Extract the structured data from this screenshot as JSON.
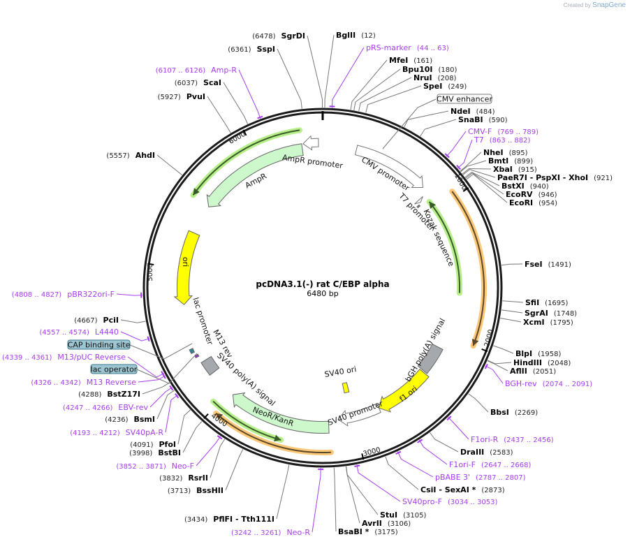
{
  "watermark": {
    "prefix": "Created by",
    "brand": "SnapGene"
  },
  "plasmid": {
    "name": "pcDNA3.1(-) rat C/EBP alpha",
    "length_label": "6480 bp",
    "total_bp": 6480
  },
  "ticks": [
    {
      "bp": 1000,
      "label": "1000"
    },
    {
      "bp": 2000,
      "label": "2000"
    },
    {
      "bp": 3000,
      "label": "3000"
    },
    {
      "bp": 4000,
      "label": "4000"
    },
    {
      "bp": 5000,
      "label": "5000"
    },
    {
      "bp": 6000,
      "label": "6000"
    }
  ],
  "enzymes": [
    {
      "name": "BglII",
      "pos": 12
    },
    {
      "name": "MfeI",
      "pos": 161
    },
    {
      "name": "Bpu10I",
      "pos": 180
    },
    {
      "name": "NruI",
      "pos": 208
    },
    {
      "name": "SpeI",
      "pos": 249
    },
    {
      "name": "NdeI",
      "pos": 484
    },
    {
      "name": "SnaBI",
      "pos": 590
    },
    {
      "name": "NheI",
      "pos": 895
    },
    {
      "name": "BmtI",
      "pos": 899
    },
    {
      "name": "XbaI",
      "pos": 915
    },
    {
      "name": "PaeR7I  - PspXI  - XhoI",
      "pos": 921
    },
    {
      "name": "BstXI",
      "pos": 940
    },
    {
      "name": "EcoRV",
      "pos": 946
    },
    {
      "name": "EcoRI",
      "pos": 954
    },
    {
      "name": "FseI",
      "pos": 1491
    },
    {
      "name": "SfiI",
      "pos": 1695
    },
    {
      "name": "SgrAI",
      "pos": 1748
    },
    {
      "name": "XcmI",
      "pos": 1795
    },
    {
      "name": "BlpI",
      "pos": 1958
    },
    {
      "name": "HindIII",
      "pos": 2048
    },
    {
      "name": "AflII",
      "pos": 2051
    },
    {
      "name": "BbsI",
      "pos": 2269
    },
    {
      "name": "DraIII",
      "pos": 2583
    },
    {
      "name": "CsiI  - SexAI *",
      "pos": 2873
    },
    {
      "name": "StuI",
      "pos": 3105
    },
    {
      "name": "AvrII",
      "pos": 3106
    },
    {
      "name": "BsaBI *",
      "pos": 3175
    },
    {
      "name": "PflFI  - Tth111I",
      "pos": 3434
    },
    {
      "name": "BssHII",
      "pos": 3713
    },
    {
      "name": "RsrII",
      "pos": 3832
    },
    {
      "name": "BstBI",
      "pos": 3998
    },
    {
      "name": "PfoI",
      "pos": 4091
    },
    {
      "name": "BsmI",
      "pos": 4236
    },
    {
      "name": "BstZ17I",
      "pos": 4288
    },
    {
      "name": "PciI",
      "pos": 4667
    },
    {
      "name": "AhdI",
      "pos": 5557
    },
    {
      "name": "PvuI",
      "pos": 5927
    },
    {
      "name": "ScaI",
      "pos": 6037
    },
    {
      "name": "SspI",
      "pos": 6361
    },
    {
      "name": "SgrDI",
      "pos": 6478
    }
  ],
  "primers": [
    {
      "name": "pRS-marker",
      "start": 44,
      "end": 63
    },
    {
      "name": "CMV-F",
      "start": 769,
      "end": 789
    },
    {
      "name": "T7",
      "start": 863,
      "end": 882
    },
    {
      "name": "BGH-rev",
      "start": 2074,
      "end": 2091
    },
    {
      "name": "F1ori-R",
      "start": 2437,
      "end": 2456
    },
    {
      "name": "F1ori-F",
      "start": 2647,
      "end": 2668
    },
    {
      "name": "pBABE 3'",
      "start": 2787,
      "end": 2807
    },
    {
      "name": "SV40pro-F",
      "start": 3034,
      "end": 3053
    },
    {
      "name": "Neo-R",
      "start": 3242,
      "end": 3261
    },
    {
      "name": "Neo-F",
      "start": 3852,
      "end": 3871
    },
    {
      "name": "SV40pA-R",
      "start": 4193,
      "end": 4212
    },
    {
      "name": "EBV-rev",
      "start": 4247,
      "end": 4266
    },
    {
      "name": "M13 Reverse",
      "start": 4326,
      "end": 4342
    },
    {
      "name": "M13/pUC Reverse",
      "start": 4339,
      "end": 4361
    },
    {
      "name": "L4440",
      "start": 4557,
      "end": 4574
    },
    {
      "name": "pBR322ori-F",
      "start": 4808,
      "end": 4827
    },
    {
      "name": "Amp-R",
      "start": 6107,
      "end": 6126
    }
  ],
  "features": [
    {
      "name": "AmpR promoter",
      "start": 6340,
      "end": 6450,
      "direction": -1,
      "color": "#ffffff",
      "shape": "arrow"
    },
    {
      "name": "AmpR",
      "start": 5496,
      "end": 6330,
      "direction": -1,
      "color": "#ccf8cc",
      "shape": "arrow"
    },
    {
      "name": "CMV promoter",
      "start": 247,
      "end": 810,
      "direction": 1,
      "color": "#ffffff",
      "shape": "arrow"
    },
    {
      "name": "T7 promoter",
      "start": 858,
      "end": 880,
      "direction": 1,
      "color": "#ffffff",
      "shape": "arrow"
    },
    {
      "name": "Kozak sequence",
      "start": 888,
      "end": 900,
      "direction": 0,
      "color": "#777777",
      "shape": "box"
    },
    {
      "name": "bGH poly(A) signal",
      "start": 2110,
      "end": 2330,
      "direction": 0,
      "color": "#a5a9ae",
      "shape": "box"
    },
    {
      "name": "f1 ori",
      "start": 2340,
      "end": 2790,
      "direction": 1,
      "color": "#ffff00",
      "shape": "arrow"
    },
    {
      "name": "SV40 promoter",
      "start": 2790,
      "end": 3120,
      "direction": 1,
      "color": "#ffffff",
      "shape": "arrow"
    },
    {
      "name": "SV40 ori",
      "start": 2985,
      "end": 3030,
      "direction": 0,
      "color": "#ffff00",
      "shape": "box"
    },
    {
      "name": "NeoR/KanR",
      "start": 3195,
      "end": 3960,
      "direction": 1,
      "color": "#ccf8cc",
      "shape": "arrow"
    },
    {
      "name": "SV40 poly(A) signal",
      "start": 4180,
      "end": 4290,
      "direction": 0,
      "color": "#a5a9ae",
      "shape": "box"
    },
    {
      "name": "M13 rev",
      "start": 4339,
      "end": 4355,
      "direction": 0,
      "color": "#9933cc",
      "shape": "box"
    },
    {
      "name": "lac promoter",
      "start": 4380,
      "end": 4410,
      "direction": 0,
      "color": "#2e8199",
      "shape": "box"
    },
    {
      "name": "ori",
      "start": 4735,
      "end": 5275,
      "direction": -1,
      "color": "#ffff00",
      "shape": "arrow"
    }
  ],
  "orfs": [
    {
      "start": 920,
      "end": 1660,
      "direction": -1,
      "color": "#3a5a2a",
      "highlight": "#b7f08a"
    },
    {
      "start": 960,
      "end": 2000,
      "direction": 1,
      "color": "#5a4a2a",
      "highlight": "#ffc878"
    },
    {
      "start": 5500,
      "end": 6330,
      "direction": -1,
      "color": "#3a5a2a",
      "highlight": "#b7f08a"
    },
    {
      "start": 3516,
      "end": 4031,
      "direction": -1,
      "color": "#3a5a2a",
      "highlight": "#b7f08a"
    },
    {
      "start": 3188,
      "end": 3967,
      "direction": 1,
      "color": "#5a4a2a",
      "highlight": "#ffc878"
    }
  ],
  "boxed_labels": [
    {
      "name": "CMV enhancer",
      "bp": 420
    },
    {
      "name": "CAP binding site",
      "bp": 4430
    },
    {
      "name": "lac operator",
      "bp": 4365
    }
  ],
  "colors": {
    "backbone": "#1a1a1a",
    "primer": "#a63cf2",
    "box_label_fill": "#9dc6d2",
    "box_label_border": "#3c7a8a"
  }
}
